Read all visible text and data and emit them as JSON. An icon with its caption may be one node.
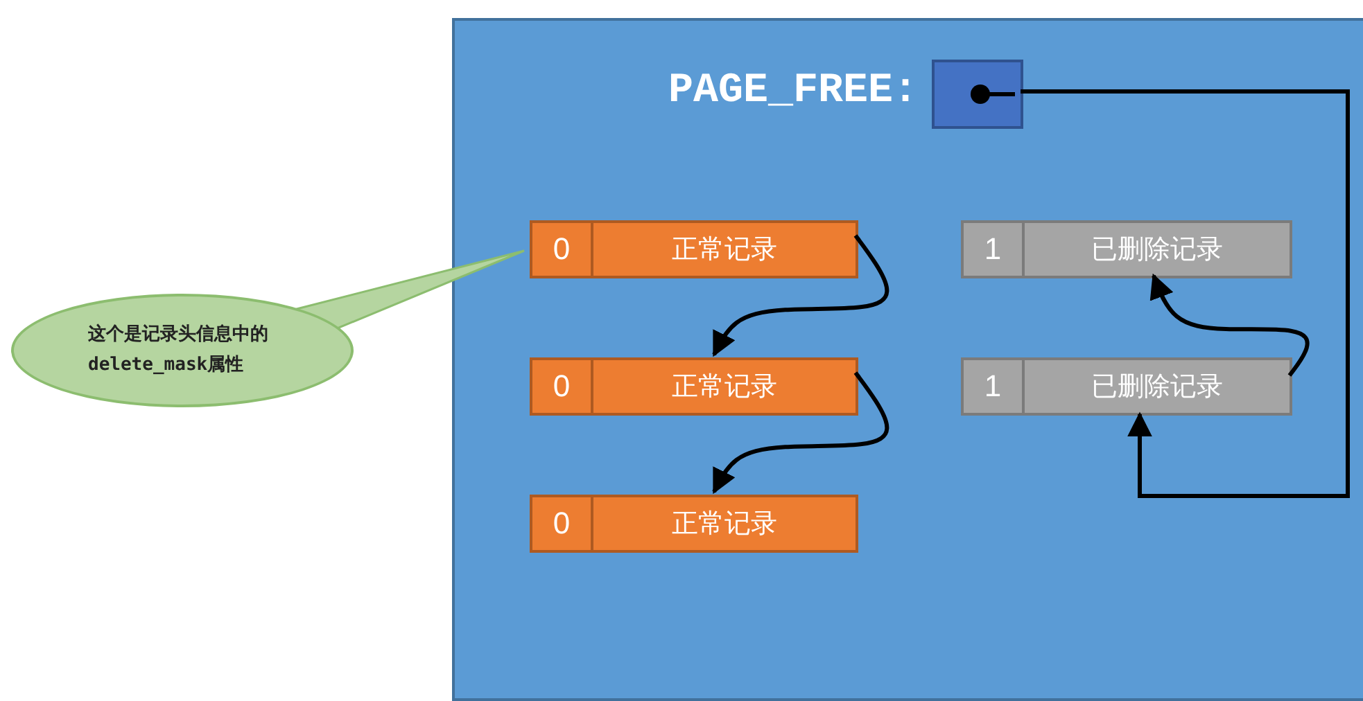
{
  "diagram": {
    "nodes": [
      {
        "text": [],
        "shape": "box"
      },
      {
        "text": [],
        "shape": "box",
        "beside": [
          "PAGE_FREE:"
        ],
        "in": 0
      },
      {
        "text": [
          "0",
          "正常记录"
        ],
        "in": 0
      },
      {
        "text": [
          "0",
          "正常记录"
        ],
        "in": 0
      },
      {
        "text": [
          "0",
          "正常记录"
        ],
        "in": 0
      },
      {
        "text": [
          "1",
          "已删除记录"
        ],
        "in": 0
      },
      {
        "text": [
          "1",
          "已删除记录"
        ],
        "in": 0
      },
      {
        "text": [
          "这个是记录头信息中的delete_mask属性"
        ]
      }
    ],
    "edges": [
      {
        "from": 2,
        "to": 3,
        "arrow": "to"
      },
      {
        "from": 3,
        "to": 4,
        "arrow": "to"
      },
      {
        "from": 1,
        "to": 6,
        "arrow": "to"
      },
      {
        "from": 6,
        "to": 5,
        "arrow": "to"
      },
      {
        "from": 7,
        "to": 2,
        "arrow": "none"
      }
    ]
  }
}
